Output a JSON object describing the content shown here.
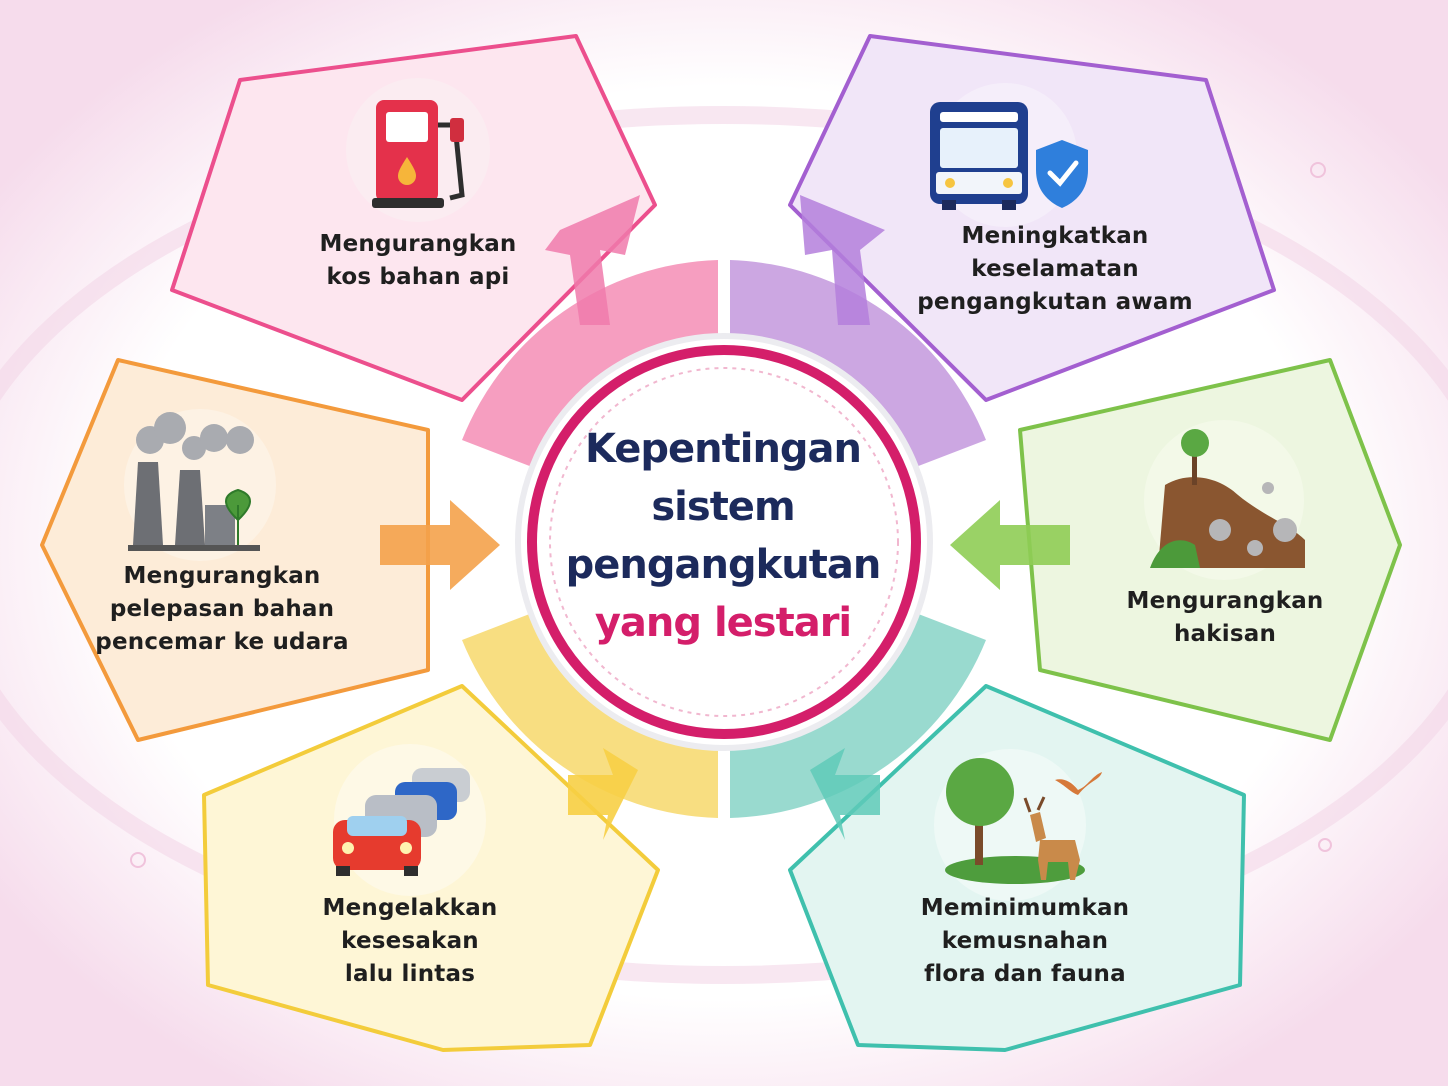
{
  "title": {
    "line1": "Kepentingan",
    "line2": "sistem",
    "line3": "pengangkutan",
    "line4": "yang lestari"
  },
  "colors": {
    "title": "#1c2a5c",
    "accent": "#d41e6a",
    "pink": "#ee4a8c",
    "purple": "#a35fd0",
    "green": "#7ec24a",
    "teal": "#3fc0ad",
    "yellow": "#f3cc3b",
    "orange": "#f39a3c"
  },
  "items": [
    {
      "id": "fuel",
      "icon": "fuel-pump-icon",
      "lines": [
        "Mengurangkan",
        "kos bahan api"
      ]
    },
    {
      "id": "safety",
      "icon": "bus-shield-icon",
      "lines": [
        "Meningkatkan",
        "keselamatan",
        "pengangkutan awam"
      ]
    },
    {
      "id": "erosion",
      "icon": "landslide-icon",
      "lines": [
        "Mengurangkan",
        "hakisan"
      ]
    },
    {
      "id": "biodiversity",
      "icon": "deer-bird-tree-icon",
      "lines": [
        "Meminimumkan",
        "kemusnahan",
        "flora dan fauna"
      ]
    },
    {
      "id": "traffic",
      "icon": "cars-queue-icon",
      "lines": [
        "Mengelakkan",
        "kesesakan",
        "lalu lintas"
      ]
    },
    {
      "id": "pollution",
      "icon": "factory-smoke-icon",
      "lines": [
        "Mengurangkan",
        "pelepasan bahan",
        "pencemar ke udara"
      ]
    }
  ]
}
